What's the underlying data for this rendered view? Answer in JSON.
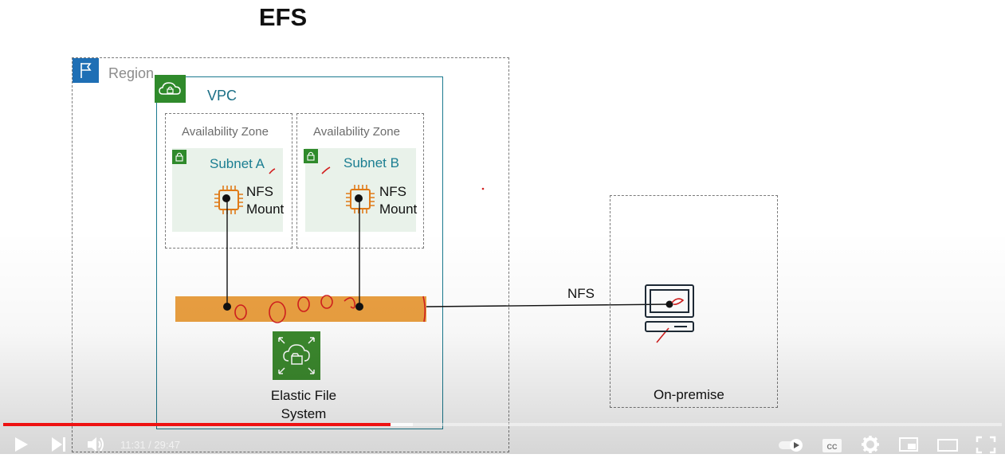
{
  "title": "EFS",
  "diagram": {
    "region_label": "Region",
    "vpc_label": "VPC",
    "az_left_label": "Availability Zone",
    "az_right_label": "Availability Zone",
    "subnet_a_label": "Subnet A",
    "subnet_b_label": "Subnet B",
    "mount_a_label_line1": "NFS",
    "mount_a_label_line2": "Mount",
    "mount_b_label_line1": "NFS",
    "mount_b_label_line2": "Mount",
    "efs_label_line1": "Elastic File",
    "efs_label_line2": "System",
    "nfs_link_label": "NFS",
    "onprem_label": "On-premise"
  },
  "player": {
    "time_display": "11:31 / 29:47",
    "progress": 0.388,
    "buffered": 0.41,
    "icons": [
      "play-icon",
      "next-icon",
      "volume-icon",
      "autoplay-toggle-icon",
      "captions-icon",
      "settings-icon",
      "miniplayer-icon",
      "theater-icon",
      "fullscreen-icon"
    ]
  },
  "colors": {
    "efs_bar": "#eba041",
    "efs_icon_bg": "#3c8a2e",
    "vpc_border": "#1b7a8f",
    "progress_played": "#ee1212"
  }
}
